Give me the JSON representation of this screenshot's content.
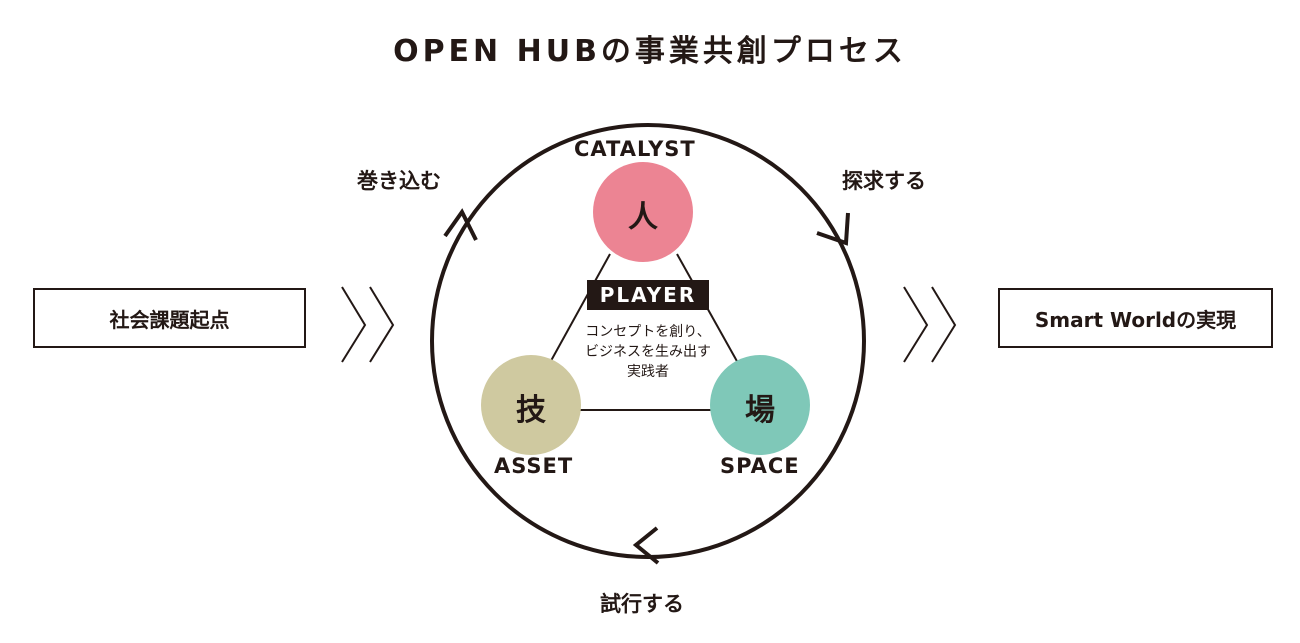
{
  "title": "OPEN HUBの事業共創プロセス",
  "start_box": "社会課題起点",
  "end_box": "Smart Worldの実現",
  "cycle": {
    "top_left": "巻き込む",
    "top_right": "探求する",
    "bottom": "試行する"
  },
  "nodes": {
    "top": {
      "glyph": "人",
      "label": "CATALYST",
      "color": "#ec8493"
    },
    "left": {
      "glyph": "技",
      "label": "ASSET",
      "color": "#cfc9a0"
    },
    "right": {
      "glyph": "場",
      "label": "SPACE",
      "color": "#7fc8b8"
    }
  },
  "player": {
    "label": "PLAYER",
    "description": [
      "コンセプトを創り、",
      "ビジネスを生み出す",
      "実践者"
    ]
  }
}
